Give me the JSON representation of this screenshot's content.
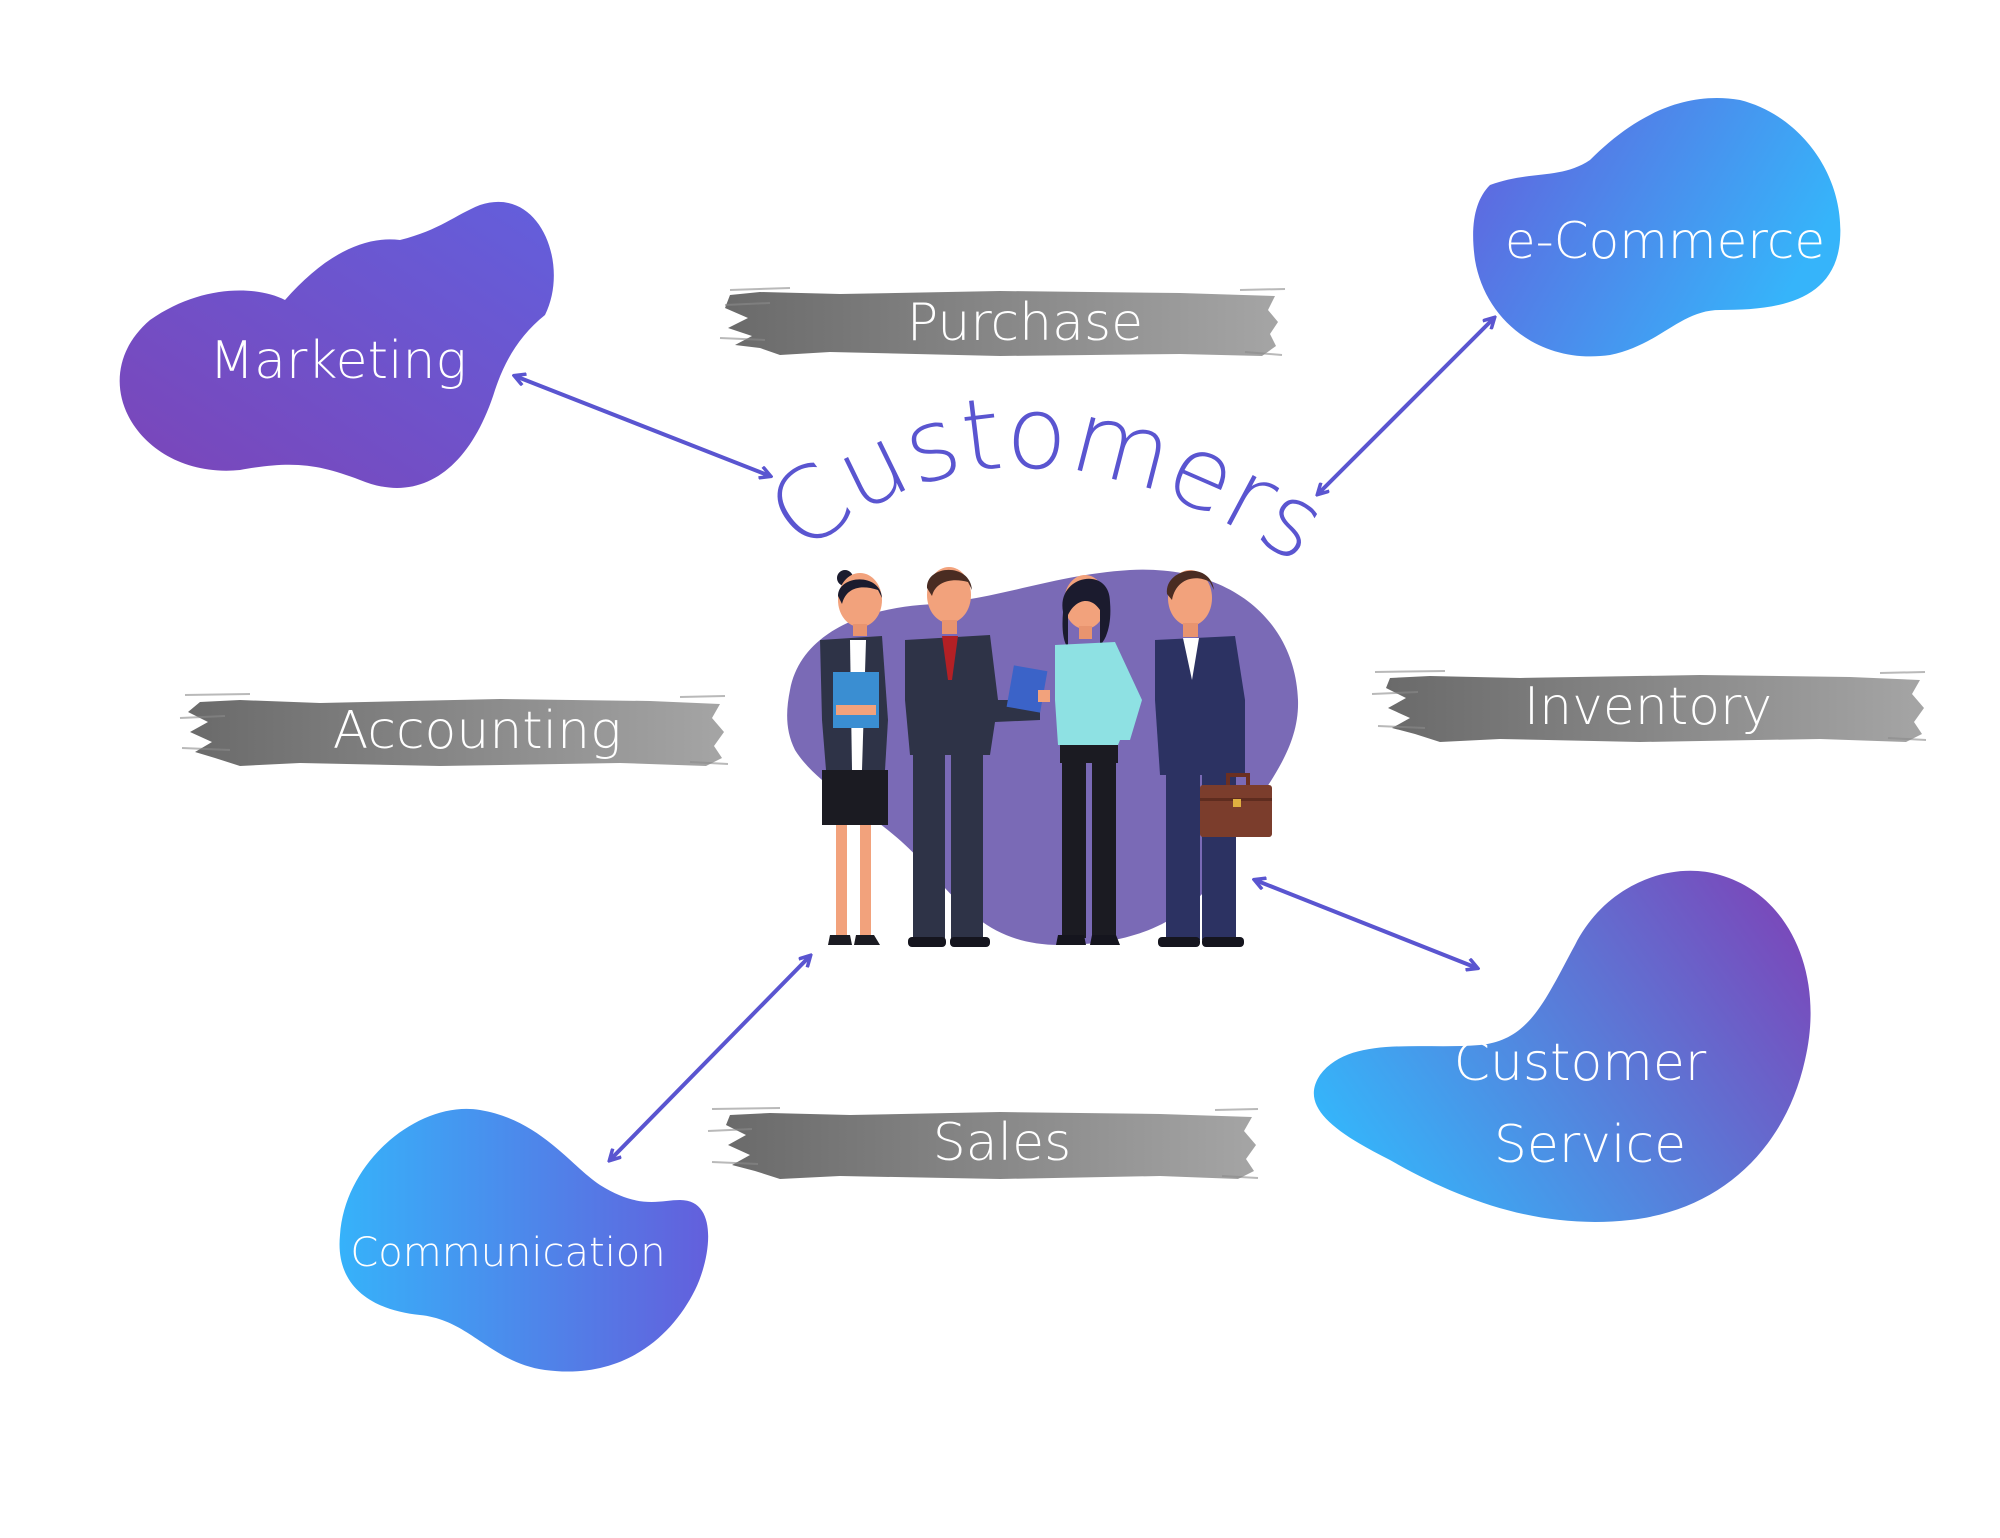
{
  "title": "Customers",
  "blobs": {
    "marketing": "Marketing",
    "ecommerce": "e-Commerce",
    "communication": "Communication",
    "customer_service_line1": "Customer",
    "customer_service_line2": "Service"
  },
  "stroke_labels": {
    "purchase": "Purchase",
    "accounting": "Accounting",
    "inventory": "Inventory",
    "sales": "Sales"
  },
  "colors": {
    "accent": "#5a55d0",
    "purple": "#7b45b8",
    "indigo": "#635fdc",
    "cyan": "#36b2fa",
    "gray_stroke": "#707070",
    "center_blob": "#7a6ab6"
  }
}
